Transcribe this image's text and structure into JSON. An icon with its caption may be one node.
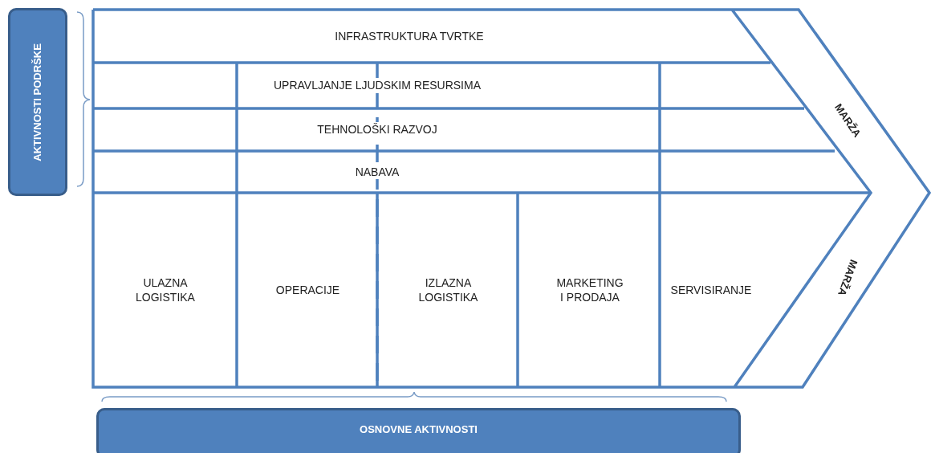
{
  "diagram": {
    "nodes": [
      {
        "text": [
          "AKTIVNOSTI PODRŠKE"
        ]
      },
      {
        "text": [
          "INFRASTRUKTURA TVRTKE"
        ]
      },
      {
        "text": [
          "UPRAVLJANJE LJUDSKIM RESURSIMA"
        ]
      },
      {
        "text": [
          "TEHNOLOŠKI RAZVOJ"
        ]
      },
      {
        "text": [
          "NABAVA"
        ]
      },
      {
        "text": [
          "ULAZNA LOGISTIKA"
        ]
      },
      {
        "text": [
          "OPERACIJE"
        ]
      },
      {
        "text": [
          "IZLAZNA LOGISTIKA"
        ]
      },
      {
        "text": [
          "MARKETING I PRODAJA"
        ]
      },
      {
        "text": [
          "SERVISIRANJE"
        ]
      },
      {
        "text": [
          "MARŽA"
        ]
      },
      {
        "text": [
          "MARŽA"
        ]
      },
      {
        "text": [
          "OSNOVNE AKTIVNOSTI"
        ]
      }
    ],
    "edges": []
  }
}
